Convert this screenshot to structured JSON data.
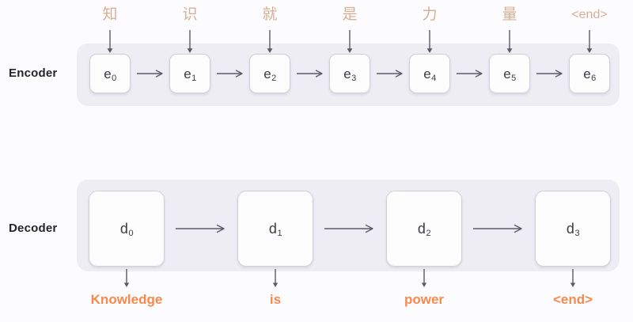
{
  "diagram": {
    "title": "Encoder-Decoder sequence-to-sequence diagram",
    "encoder_row_label": "Encoder",
    "decoder_row_label": "Decoder",
    "colors": {
      "page_background": "#fcfcfe",
      "panel_background": "#eeedf4",
      "cell_background": "#fdfdfe",
      "cell_border": "#cfcfd6",
      "source_token_text": "#d6b093",
      "output_word_text": "#f6894c",
      "row_label_text": "#24242b",
      "arrow": "#5a5a66"
    }
  },
  "encoder": {
    "label": "Encoder",
    "cells": [
      {
        "base": "e",
        "sub": "0",
        "token": "知",
        "token_kind": "cjk"
      },
      {
        "base": "e",
        "sub": "1",
        "token": "识",
        "token_kind": "cjk"
      },
      {
        "base": "e",
        "sub": "2",
        "token": "就",
        "token_kind": "cjk"
      },
      {
        "base": "e",
        "sub": "3",
        "token": "是",
        "token_kind": "cjk"
      },
      {
        "base": "e",
        "sub": "4",
        "token": "力",
        "token_kind": "cjk"
      },
      {
        "base": "e",
        "sub": "5",
        "token": "量",
        "token_kind": "cjk"
      },
      {
        "base": "e",
        "sub": "6",
        "token": "<end>",
        "token_kind": "latin"
      }
    ]
  },
  "decoder": {
    "label": "Decoder",
    "cells": [
      {
        "base": "d",
        "sub": "0",
        "output": "Knowledge"
      },
      {
        "base": "d",
        "sub": "1",
        "output": "is"
      },
      {
        "base": "d",
        "sub": "2",
        "output": "power"
      },
      {
        "base": "d",
        "sub": "3",
        "output": "<end>"
      }
    ]
  }
}
